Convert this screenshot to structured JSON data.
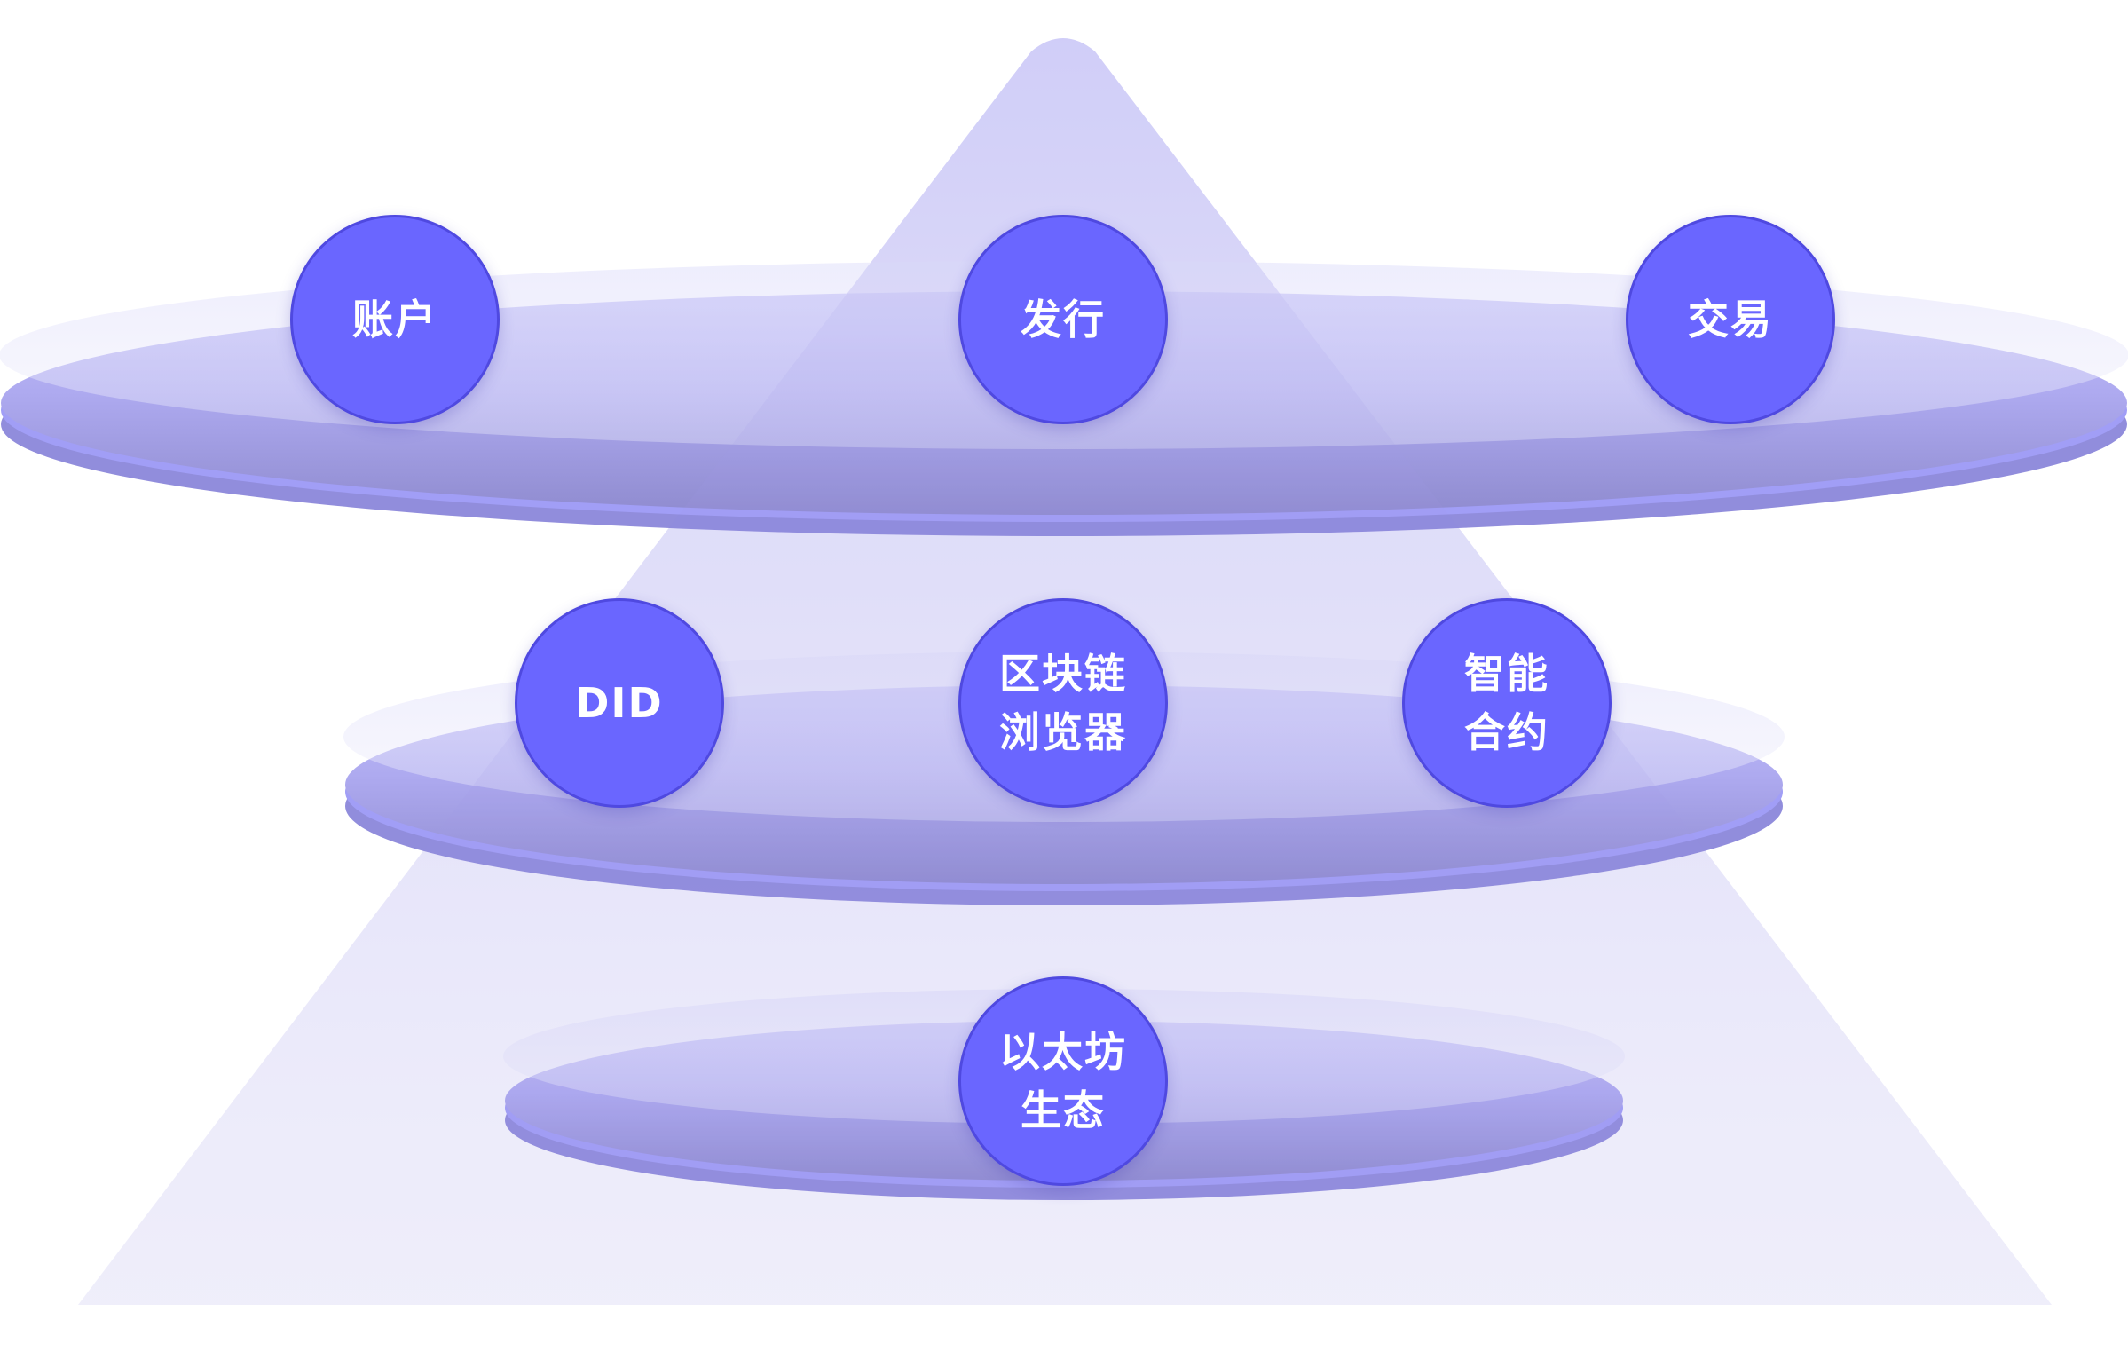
{
  "colors": {
    "node_fill": "#6a66ff",
    "node_border": "#4f49e0",
    "node_text": "#ffffff",
    "disc_top": "#bdbaf6",
    "disc_bottom": "#8e8acb",
    "disc_edge": "#8a85f2",
    "cone": "#c9c8f3"
  },
  "layers": [
    {
      "nodes": [
        {
          "lines": [
            "账户"
          ]
        },
        {
          "lines": [
            "发行"
          ]
        },
        {
          "lines": [
            "交易"
          ]
        }
      ]
    },
    {
      "nodes": [
        {
          "lines": [
            "DID"
          ]
        },
        {
          "lines": [
            "区块链",
            "浏览器"
          ]
        },
        {
          "lines": [
            "智能",
            "合约"
          ]
        }
      ]
    },
    {
      "nodes": [
        {
          "lines": [
            "以太坊",
            "生态"
          ]
        }
      ]
    }
  ]
}
